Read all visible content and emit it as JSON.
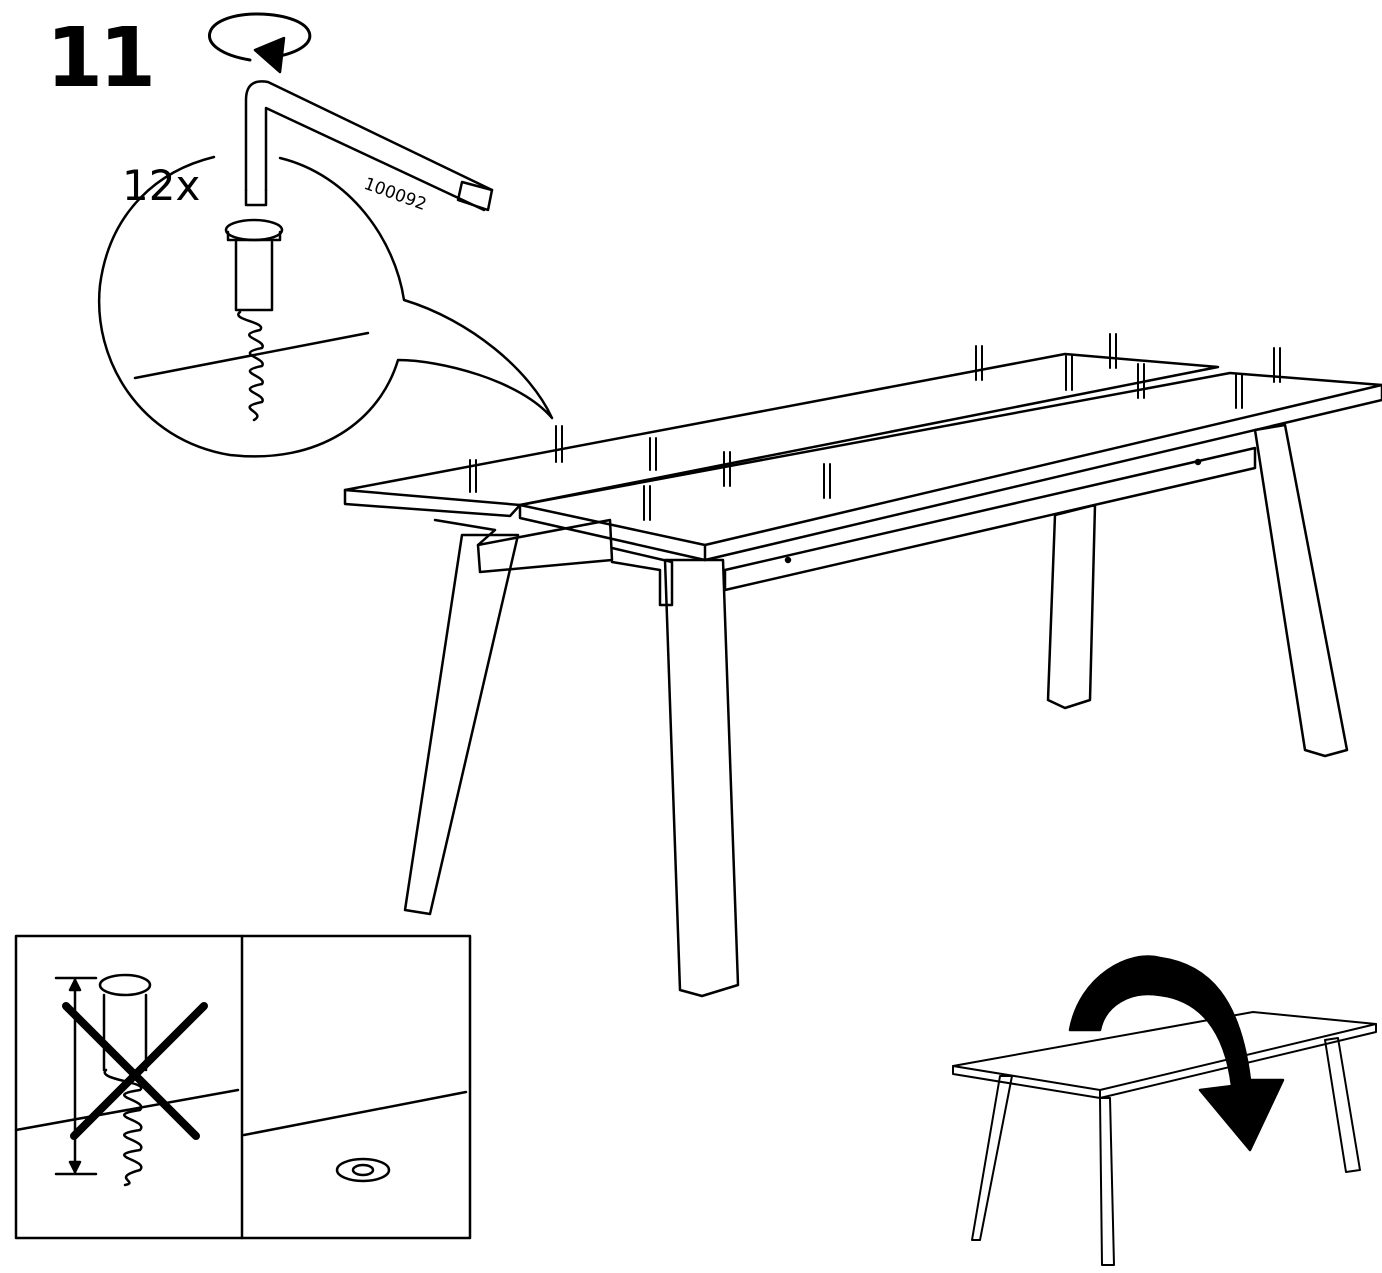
{
  "step": {
    "number": "11"
  },
  "fastener": {
    "quantity": "12x",
    "tool_part_number": "100092"
  },
  "icons": [
    "rotate-arrow-icon",
    "allen-key-icon",
    "screw-icon",
    "cross-icon",
    "flip-over-arrow-icon"
  ]
}
